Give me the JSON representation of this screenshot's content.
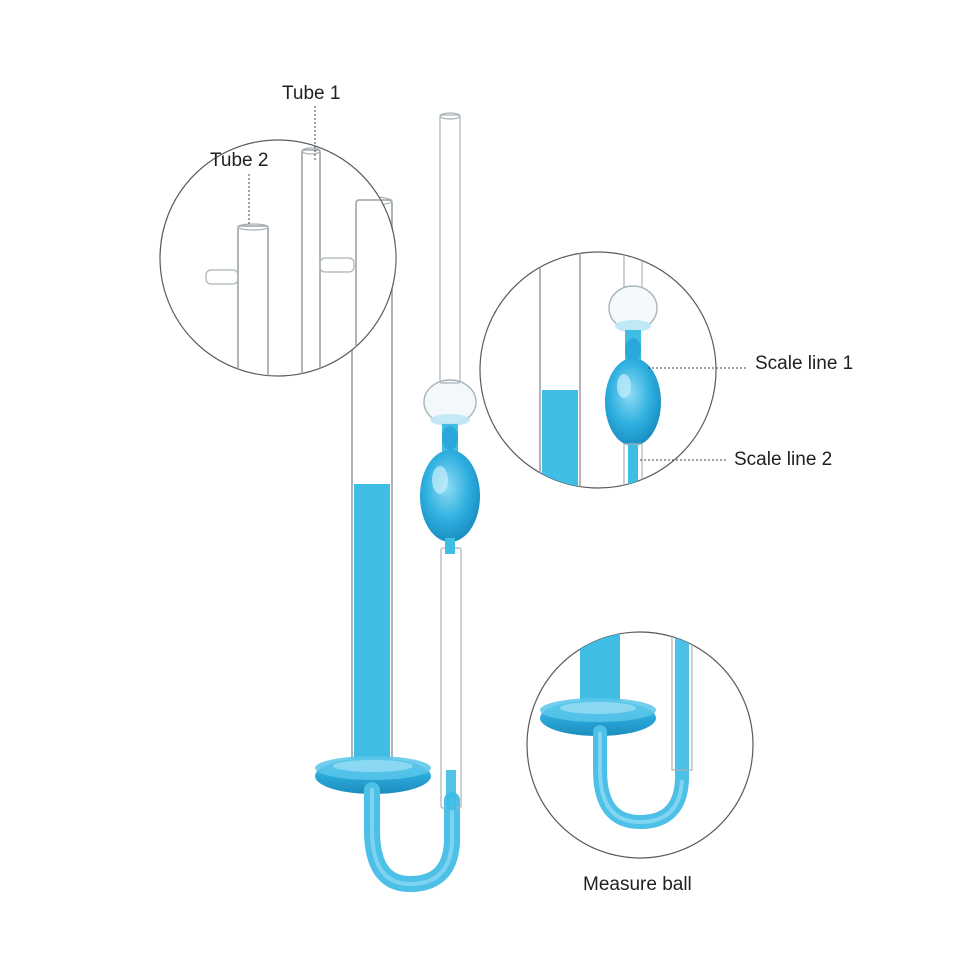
{
  "labels": {
    "tube1": "Tube 1",
    "tube2": "Tube 2",
    "scale_line_1": "Scale line 1",
    "scale_line_2": "Scale line 2",
    "measure_ball": "Measure ball"
  },
  "colors": {
    "liquid": "#3fbde4",
    "liquid_dark": "#27a7d6",
    "glass": "#9aa3a8",
    "frame": "#5a5a5a"
  }
}
